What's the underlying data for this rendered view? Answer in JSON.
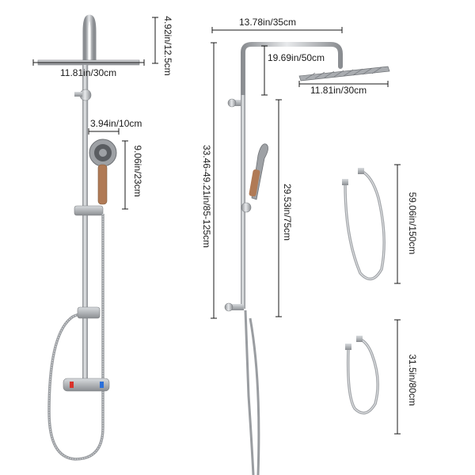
{
  "dimensions": {
    "riser_top_height": "4.92in/12.5cm",
    "rain_head_width_left": "11.81in/30cm",
    "hand_head_width": "3.94in/10cm",
    "hand_head_length": "9.06in/23cm",
    "arm_length": "13.78in/35cm",
    "arm_drop": "19.69in/50cm",
    "rain_head_width_right": "11.81in/30cm",
    "total_height_range": "33.46-49.21in/85-125cm",
    "rail_height": "29.53in/75cm",
    "long_hose": "59.06in/150cm",
    "short_hose": "31.5in/80cm"
  },
  "colors": {
    "chrome": "#b9bcc0",
    "chrome_dark": "#8a8d91",
    "dim_line": "#1a1a1a",
    "valve_red": "#d9322b",
    "valve_blue": "#2b6fd9"
  }
}
